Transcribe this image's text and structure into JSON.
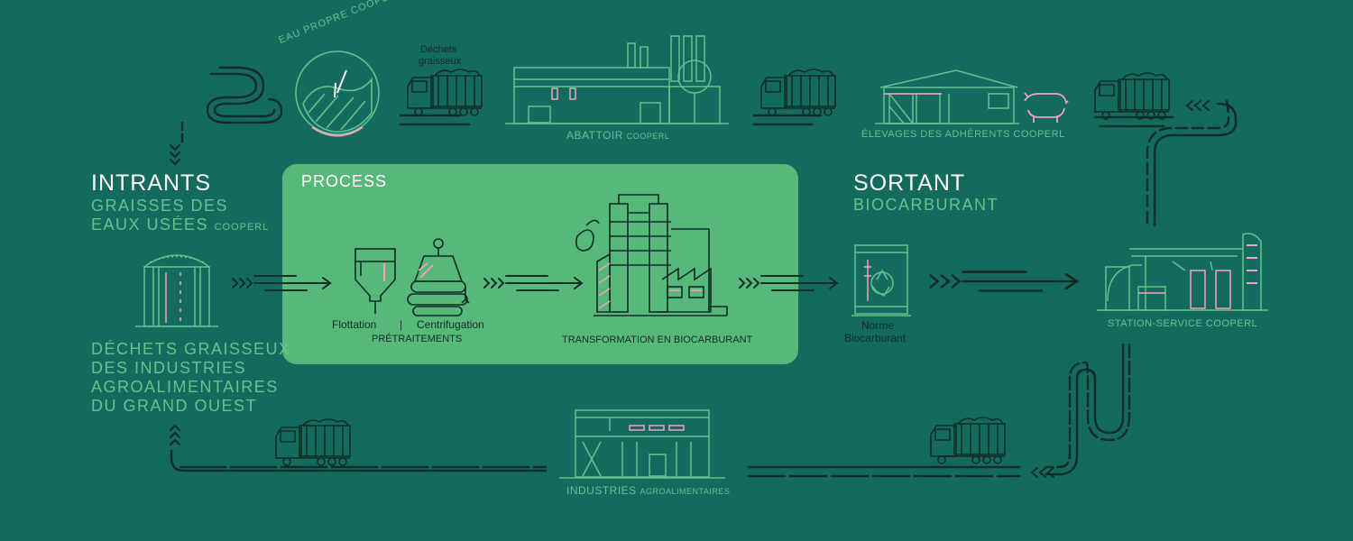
{
  "colors": {
    "background": "#136b5e",
    "process_box": "#57b87b",
    "accent_green": "#62c28f",
    "dark_line": "#0e2d26",
    "pink": "#f2a1c2",
    "white": "#ffffff"
  },
  "intrants": {
    "title": "INTRANTS",
    "subtitle_line1": "GRAISSES DES",
    "subtitle_line2": "EAUX USÉES",
    "subtitle_small": "COOPERL",
    "waste_lines": [
      "DÉCHETS GRAISSEUX",
      "DES INDUSTRIES",
      "AGROALIMENTAIRES",
      "DU GRAND OUEST"
    ]
  },
  "process": {
    "title": "PROCESS",
    "flottation": "Flottation",
    "separator": "|",
    "centrifugation": "Centrifugation",
    "pretraitements": "PRÉTRAITEMENTS",
    "transformation": "TRANSFORMATION EN BIOCARBURANT"
  },
  "sortant": {
    "title": "SORTANT",
    "subtitle": "BIOCARBURANT",
    "norme_line1": "Norme",
    "norme_line2": "Biocarburant"
  },
  "top": {
    "eau_propre": "EAU PROPRE COOPERL",
    "dechets_line1": "Déchets",
    "dechets_line2": "graisseux",
    "abattoir": "ABATTOIR",
    "abattoir_small": "COOPERL",
    "elevages": "ÉLEVAGES DES ADHÉRENTS COOPERL"
  },
  "station": "STATION-SERVICE COOPERL",
  "industries": {
    "label": "INDUSTRIES",
    "label_small": "AGROALIMENTAIRES"
  },
  "icons": [
    "truck-icon",
    "filter-funnel-icon",
    "centrifuge-icon",
    "refinery-icon",
    "fuel-drum-icon",
    "recycle-icon",
    "gas-station-icon",
    "silo-tank-icon",
    "slaughterhouse-icon",
    "farm-building-icon",
    "pig-icon",
    "factory-icon",
    "clean-water-badge-icon",
    "flow-arrow-icon"
  ]
}
